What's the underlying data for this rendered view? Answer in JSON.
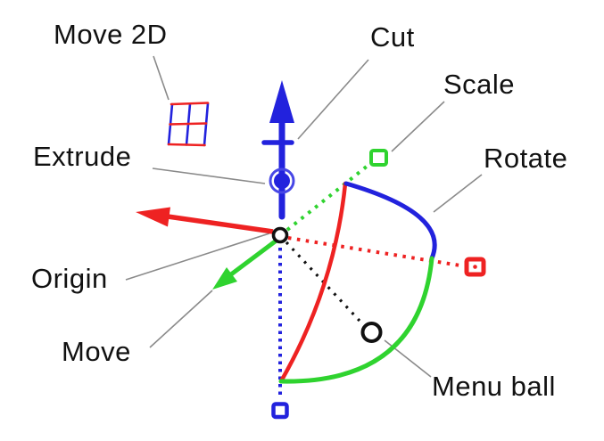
{
  "diagram": {
    "labels": {
      "move_2d": "Move 2D",
      "cut": "Cut",
      "scale": "Scale",
      "extrude": "Extrude",
      "rotate": "Rotate",
      "origin": "Origin",
      "move": "Move",
      "menu_ball": "Menu ball"
    },
    "colors": {
      "axis_blue": "#2222dd",
      "axis_blue_light": "#4747e6",
      "axis_red": "#ee2222",
      "axis_green": "#2fd32f",
      "marker_black": "#111111",
      "leader_gray": "#8a8a8a",
      "label_text": "#111111",
      "background": "#ffffff"
    },
    "icons": {
      "move_2d": "move-2d-grid-icon",
      "cut": "cut-crossbar-icon",
      "extrude": "extrude-knob-icon",
      "scale": "scale-handle-icon",
      "rotate": "rotate-arc-icon",
      "move": "move-arrow-icon",
      "origin": "origin-point-icon",
      "menu_ball": "menu-ball-icon"
    }
  }
}
